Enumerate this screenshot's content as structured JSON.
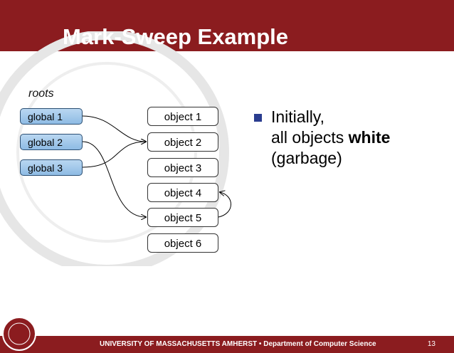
{
  "slide": {
    "title": "Mark-Sweep Example",
    "roots_label": "roots",
    "globals": [
      "global 1",
      "global 2",
      "global 3"
    ],
    "objects": [
      "object 1",
      "object 2",
      "object 3",
      "object 4",
      "object 5",
      "object 6"
    ],
    "bullet": {
      "line1": "Initially,",
      "line2_prefix": "all objects ",
      "line2_bold": "white",
      "line3": "(garbage)"
    },
    "footer": {
      "university": "UNIVERSITY OF MASSACHUSETTS AMHERST",
      "separator": "•",
      "department": "Department of Computer Science",
      "page_number": "13"
    }
  },
  "colors": {
    "brand_maroon": "#8b1c1f",
    "global_box": "#a6c8ea",
    "bullet": "#2a3d8f"
  }
}
